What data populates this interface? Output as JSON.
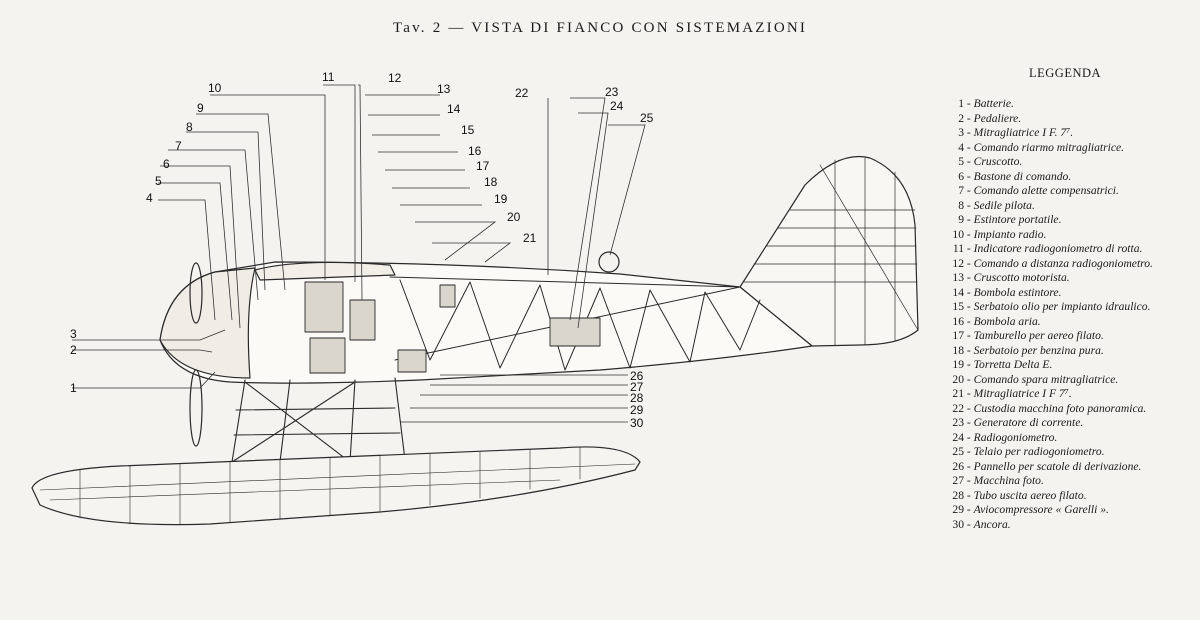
{
  "title": "Tav. 2 — VISTA DI FIANCO CON SISTEMAZIONI",
  "legend": {
    "heading": "LEGGENDA",
    "items": [
      {
        "num": "1",
        "text": "Batterie."
      },
      {
        "num": "2",
        "text": "Pedaliere."
      },
      {
        "num": "3",
        "text": "Mitragliatrice I F. 7⁷."
      },
      {
        "num": "4",
        "text": "Comando riarmo mitragliatrice."
      },
      {
        "num": "5",
        "text": "Cruscotto."
      },
      {
        "num": "6",
        "text": "Bastone di comando."
      },
      {
        "num": "7",
        "text": "Comando alette compensatrici."
      },
      {
        "num": "8",
        "text": "Sedile pilota."
      },
      {
        "num": "9",
        "text": "Estintore portatile."
      },
      {
        "num": "10",
        "text": "Impianto radio."
      },
      {
        "num": "11",
        "text": "Indicatore radiogoniometro di rotta."
      },
      {
        "num": "12",
        "text": "Comando a distanza radiogoniometro."
      },
      {
        "num": "13",
        "text": "Cruscotto motorista."
      },
      {
        "num": "14",
        "text": "Bombola estintore."
      },
      {
        "num": "15",
        "text": "Serbatoio olio per impianto idraulico."
      },
      {
        "num": "16",
        "text": "Bombola aria."
      },
      {
        "num": "17",
        "text": "Tamburello per aereo filato."
      },
      {
        "num": "18",
        "text": "Serbatoio per benzina pura."
      },
      {
        "num": "19",
        "text": "Torretta Delta E."
      },
      {
        "num": "20",
        "text": "Comando spara mitragliatrice."
      },
      {
        "num": "21",
        "text": "Mitragliatrice I F 7⁷."
      },
      {
        "num": "22",
        "text": "Custodia macchina foto panoramica."
      },
      {
        "num": "23",
        "text": "Generatore di corrente."
      },
      {
        "num": "24",
        "text": "Radiogoniometro."
      },
      {
        "num": "25",
        "text": "Telaio per radiogoniometro."
      },
      {
        "num": "26",
        "text": "Pannello per scatole di derivazione."
      },
      {
        "num": "27",
        "text": "Macchina foto."
      },
      {
        "num": "28",
        "text": "Tubo uscita aereo filato."
      },
      {
        "num": "29",
        "text": "Aviocompressore « Garelli »."
      },
      {
        "num": "30",
        "text": "Ancora."
      }
    ]
  },
  "callouts": [
    "1",
    "2",
    "3",
    "4",
    "5",
    "6",
    "7",
    "8",
    "9",
    "10",
    "11",
    "12",
    "13",
    "14",
    "15",
    "16",
    "17",
    "18",
    "19",
    "20",
    "21",
    "22",
    "23",
    "24",
    "25",
    "26",
    "27",
    "28",
    "29",
    "30"
  ]
}
